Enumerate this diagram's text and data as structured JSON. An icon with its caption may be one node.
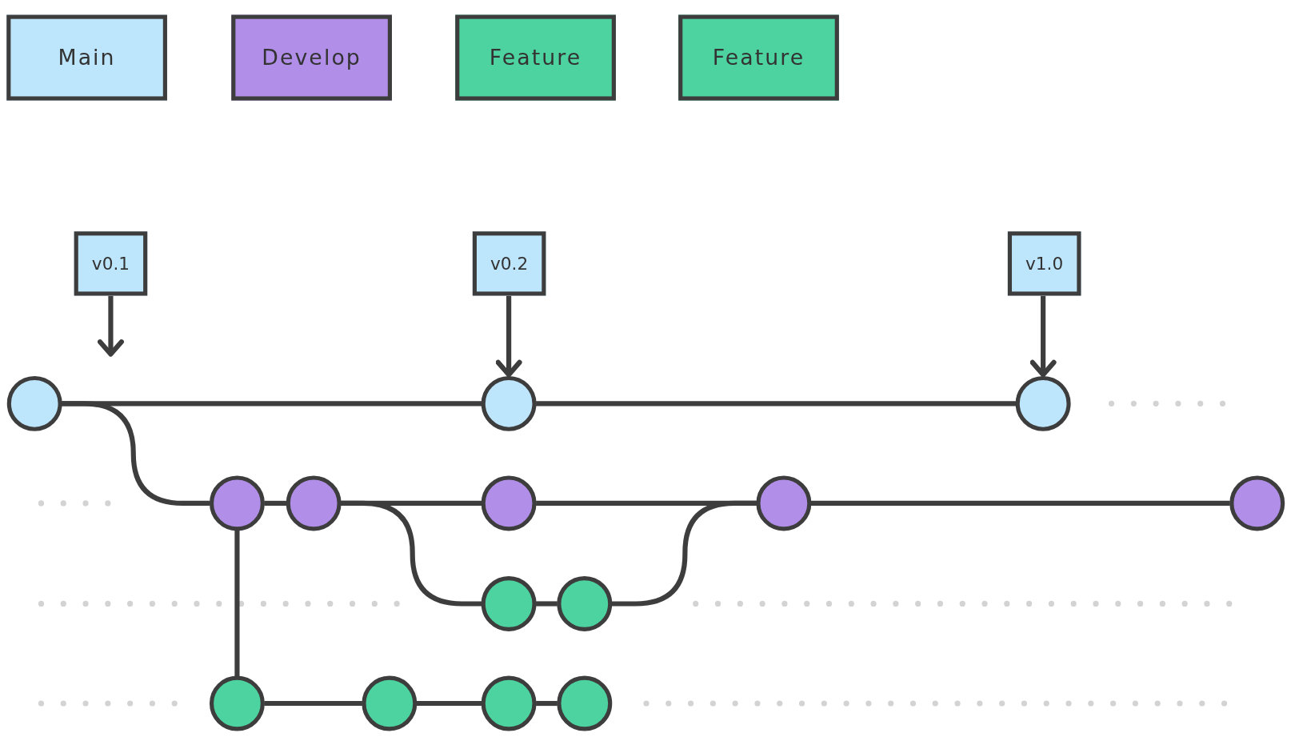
{
  "diagram": {
    "nodes": [
      {
        "text": [
          "v0.1"
        ]
      },
      {
        "text": [
          "v0.2"
        ]
      },
      {
        "text": [
          "v1.0"
        ]
      },
      {
        "text": [],
        "shape": "circle"
      },
      {
        "text": [],
        "shape": "circle"
      },
      {
        "text": [],
        "shape": "circle"
      },
      {
        "text": [],
        "shape": "circle"
      },
      {
        "text": [],
        "shape": "circle"
      },
      {
        "text": [],
        "shape": "circle"
      },
      {
        "text": [],
        "shape": "circle"
      },
      {
        "text": [],
        "shape": "circle"
      },
      {
        "text": [],
        "shape": "circle"
      },
      {
        "text": [],
        "shape": "circle"
      },
      {
        "text": [],
        "shape": "circle"
      },
      {
        "text": [],
        "shape": "circle"
      },
      {
        "text": [],
        "shape": "circle"
      },
      {
        "text": [],
        "shape": "circle"
      }
    ],
    "edges": [
      {
        "from": 0,
        "to": null,
        "arrow": "to"
      },
      {
        "from": 1,
        "to": 4,
        "arrow": "to"
      },
      {
        "from": 2,
        "to": 5,
        "arrow": "to"
      },
      {
        "from": 3,
        "to": 4,
        "arrow": "none"
      },
      {
        "from": 4,
        "to": 5,
        "arrow": "none"
      },
      {
        "from": 3,
        "to": 6,
        "arrow": "none"
      },
      {
        "from": 6,
        "to": 7,
        "arrow": "none"
      },
      {
        "from": 7,
        "to": 8,
        "arrow": "none"
      },
      {
        "from": 8,
        "to": 9,
        "arrow": "none"
      },
      {
        "from": 9,
        "to": 10,
        "arrow": "none"
      },
      {
        "from": 7,
        "to": 11,
        "arrow": "none"
      },
      {
        "from": 11,
        "to": 12,
        "arrow": "none"
      },
      {
        "from": 12,
        "to": 9,
        "arrow": "none"
      },
      {
        "from": 6,
        "to": 13,
        "arrow": "none"
      },
      {
        "from": 13,
        "to": 14,
        "arrow": "none"
      },
      {
        "from": 14,
        "to": 15,
        "arrow": "none"
      },
      {
        "from": 15,
        "to": 16,
        "arrow": "none"
      }
    ],
    "legend": [
      {
        "text": "Main",
        "color": "#bde5fb"
      },
      {
        "text": "Develop",
        "color": "#b18ee8"
      },
      {
        "text": "Feature",
        "color": "#4dd3a0"
      },
      {
        "text": "Feature",
        "color": "#4dd3a0"
      }
    ]
  }
}
